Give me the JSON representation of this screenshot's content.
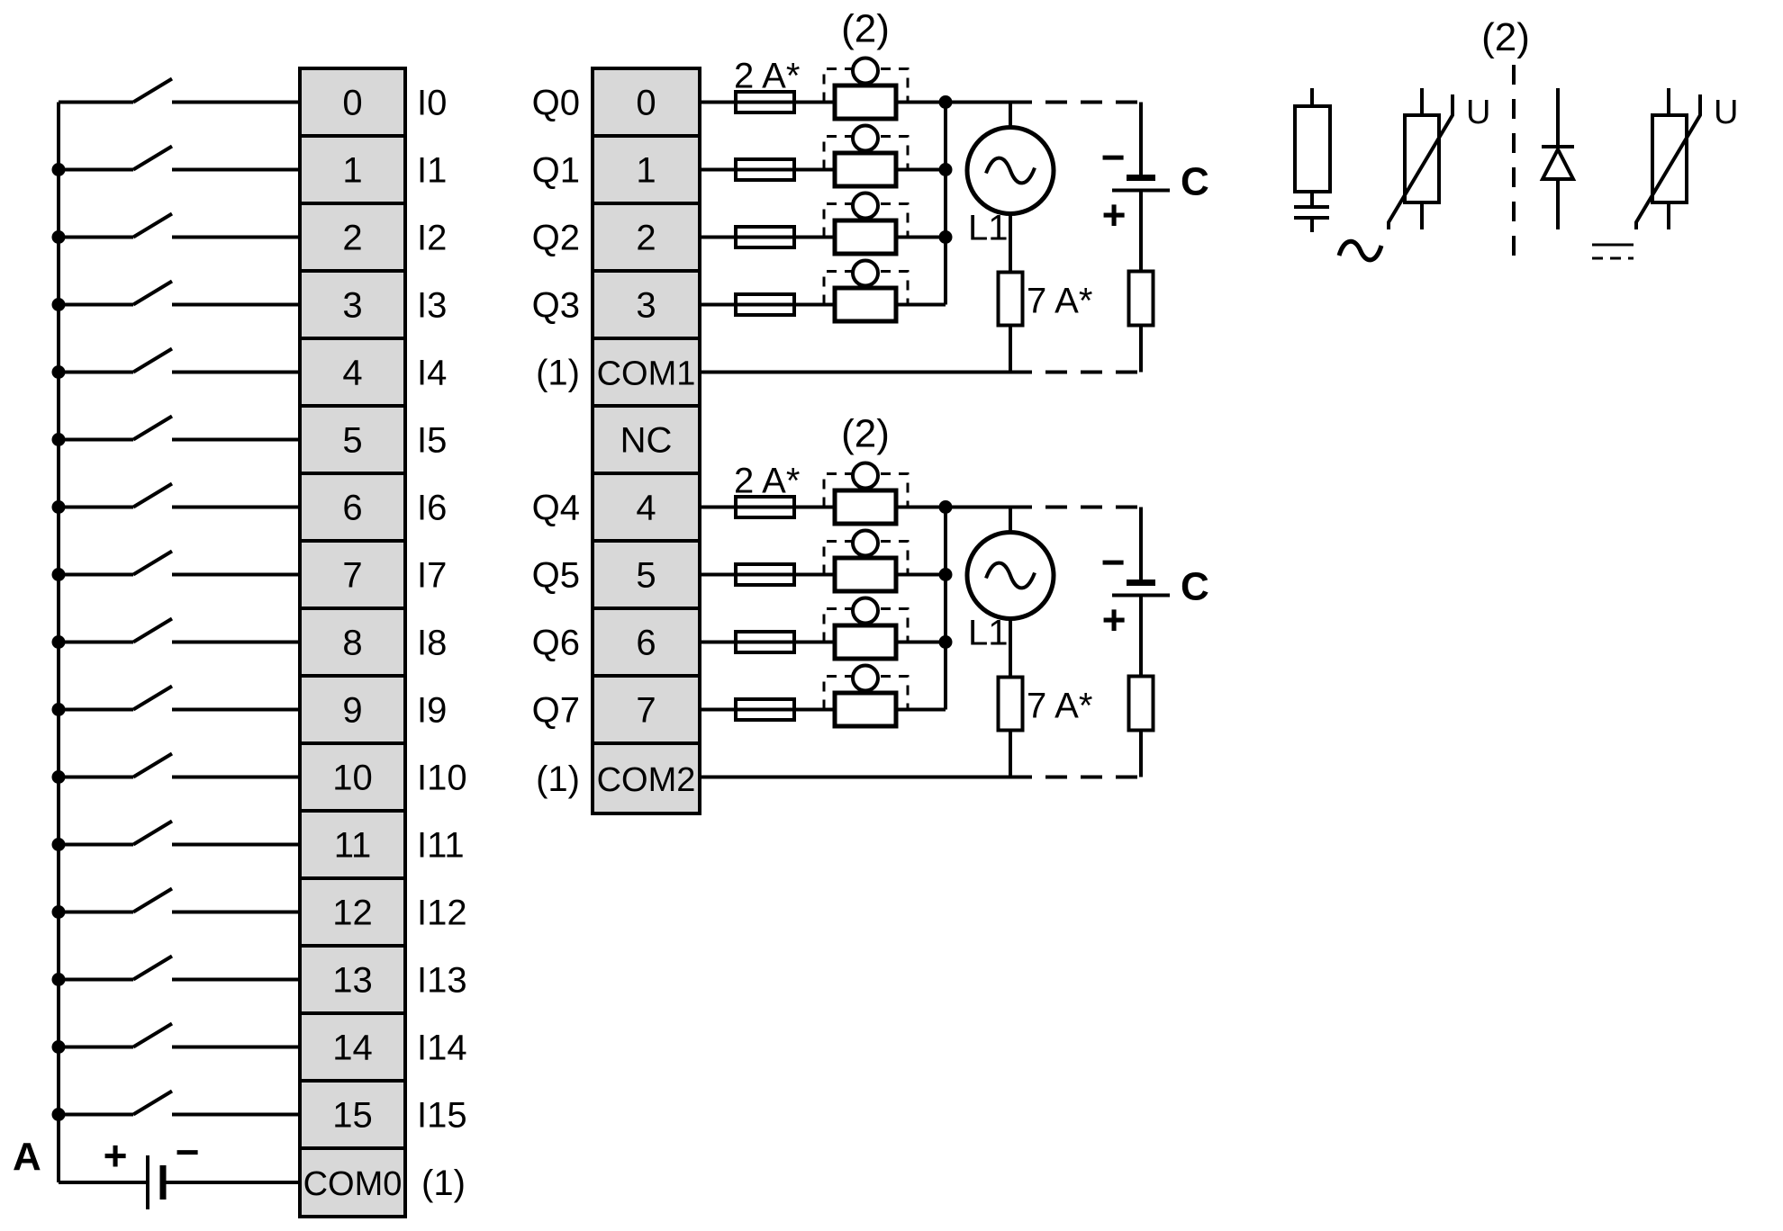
{
  "colors": {
    "background": "#ffffff",
    "cell_fill": "#d8d8d8",
    "line": "#000000"
  },
  "module": {
    "label": "A"
  },
  "inputs": {
    "terminals": [
      "0",
      "1",
      "2",
      "3",
      "4",
      "5",
      "6",
      "7",
      "8",
      "9",
      "10",
      "11",
      "12",
      "13",
      "14",
      "15"
    ],
    "labels": [
      "I0",
      "I1",
      "I2",
      "I3",
      "I4",
      "I5",
      "I6",
      "I7",
      "I8",
      "I9",
      "I10",
      "I11",
      "I12",
      "I13",
      "I14",
      "I15"
    ],
    "common": "COM0",
    "common_note": "(1)",
    "battery_plus": "+",
    "battery_minus": "−"
  },
  "outputs": {
    "cells": [
      "0",
      "1",
      "2",
      "3",
      "COM1",
      "NC",
      "4",
      "5",
      "6",
      "7",
      "COM2"
    ],
    "left_labels": [
      "Q0",
      "Q1",
      "Q2",
      "Q3",
      "(1)",
      "",
      "Q4",
      "Q5",
      "Q6",
      "Q7",
      "(1)"
    ],
    "output_fuse": "2 A*",
    "supply_fuse": "7 A*",
    "source_label": "L1",
    "supply_label": "C",
    "protection_note": "(2)",
    "minus": "−",
    "plus": "+"
  },
  "legend": {
    "title": "(2)",
    "voltage_label": "U",
    "ac_marker": "~",
    "dc_marker": "⎓"
  }
}
